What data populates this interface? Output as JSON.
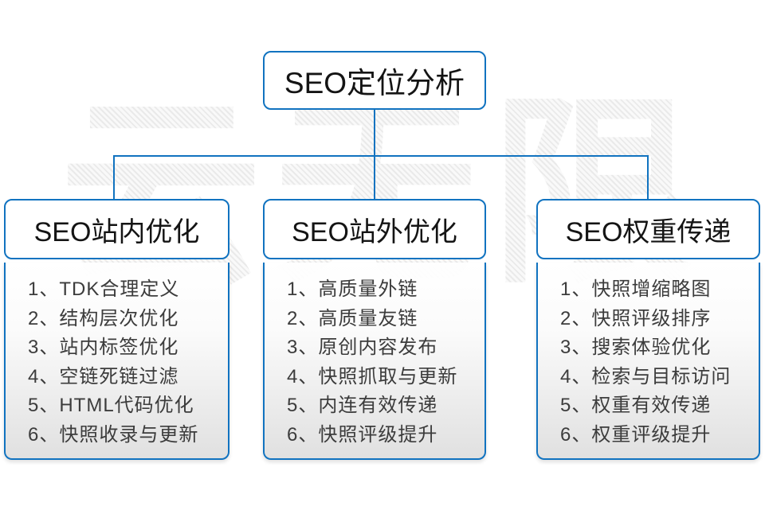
{
  "watermark": "云无限",
  "colors": {
    "accent": "#1173c0",
    "panel_gradient_top": "#ffffff",
    "panel_gradient_bottom": "#dbdbdb",
    "text": "#3c3c3c"
  },
  "root": {
    "title": "SEO定位分析"
  },
  "columns": [
    {
      "title": "SEO站内优化",
      "items": [
        "1、TDK合理定义",
        "2、结构层次优化",
        "3、站内标签优化",
        "4、空链死链过滤",
        "5、HTML代码优化",
        "6、快照收录与更新"
      ]
    },
    {
      "title": "SEO站外优化",
      "items": [
        "1、高质量外链",
        "2、高质量友链",
        "3、原创内容发布",
        "4、快照抓取与更新",
        "5、内连有效传递",
        "6、快照评级提升"
      ]
    },
    {
      "title": "SEO权重传递",
      "items": [
        "1、快照增缩略图",
        "2、快照评级排序",
        "3、搜索体验优化",
        "4、检索与目标访问",
        "5、权重有效传递",
        "6、权重评级提升"
      ]
    }
  ]
}
